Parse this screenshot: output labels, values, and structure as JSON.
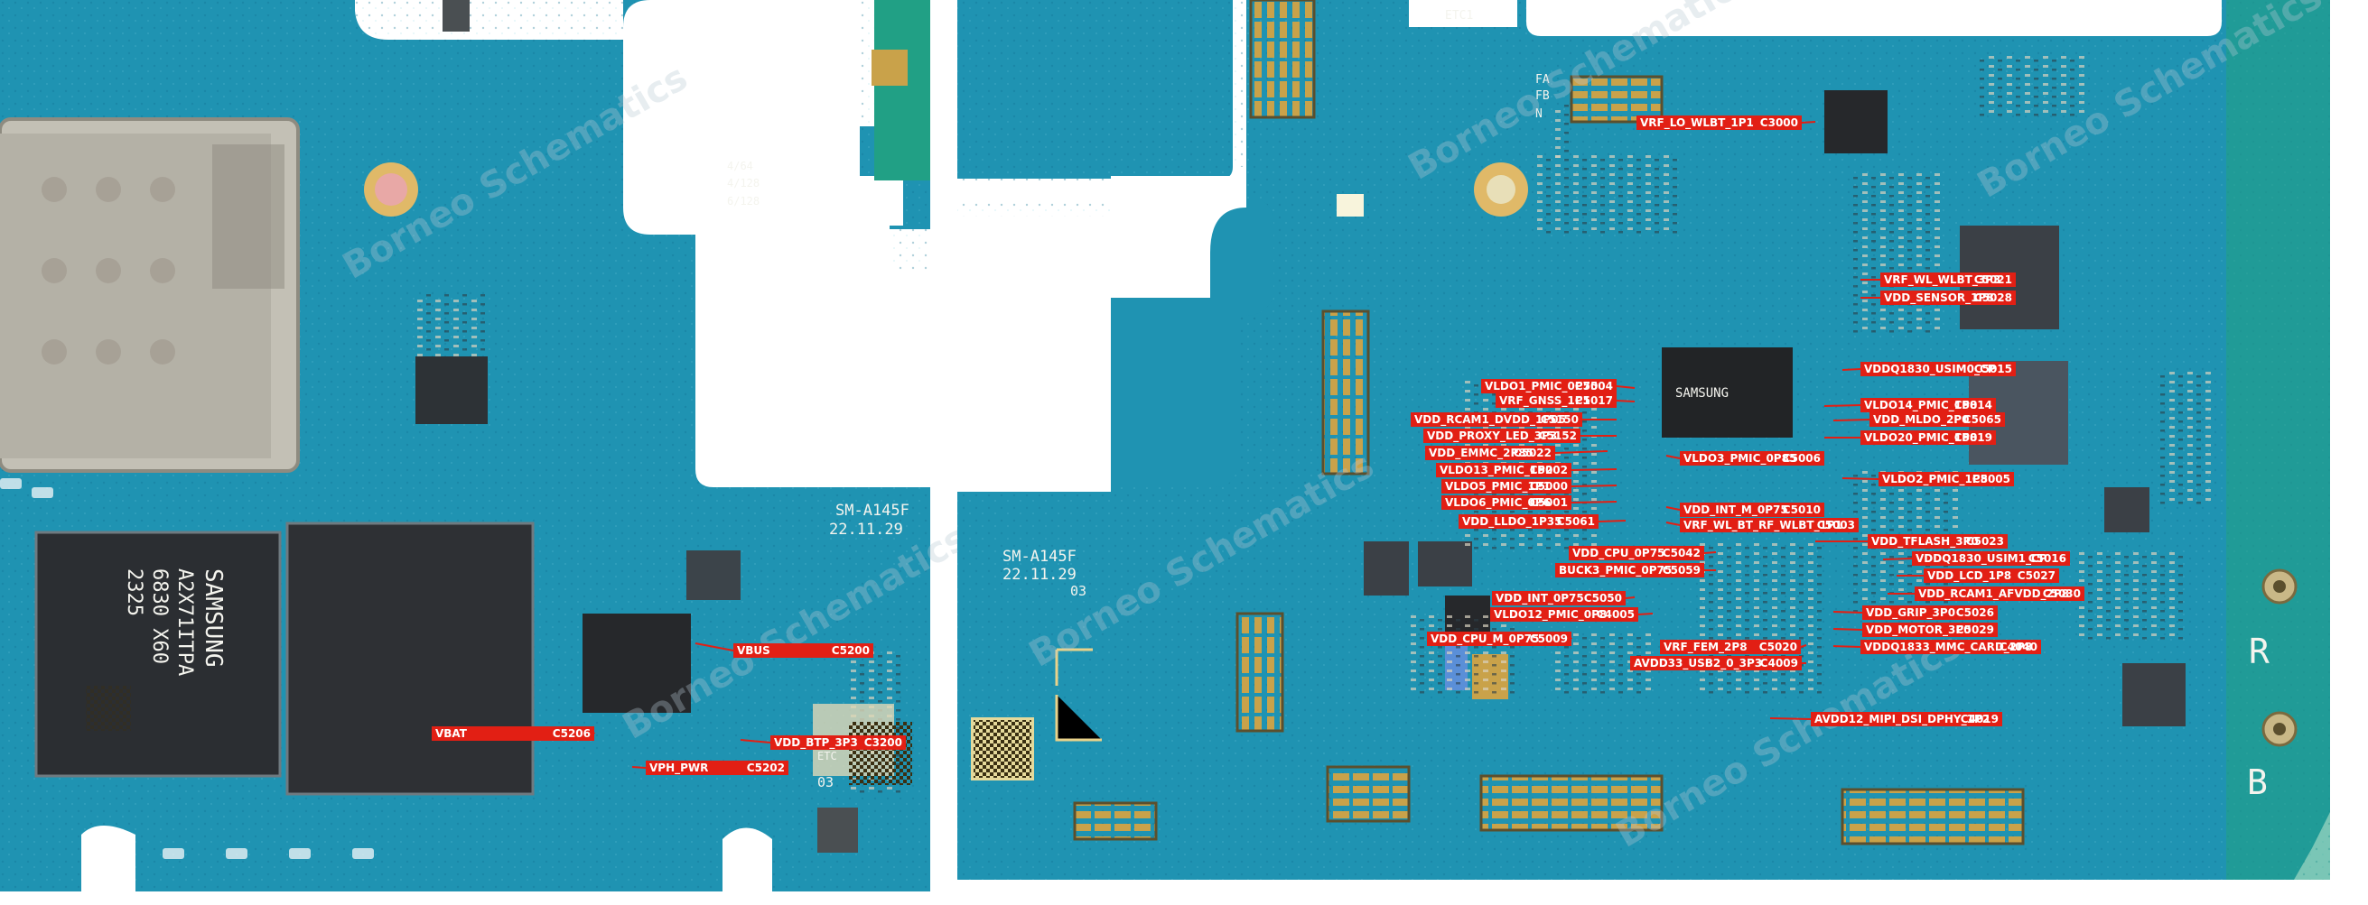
{
  "board": {
    "model_left": "SM-A145F",
    "date_left": "22.11.29",
    "rev_left": "03",
    "model_right": "SM-A145F",
    "date_right": "22.11.29",
    "rev_right": "03",
    "etc_left": "ETC",
    "etc_right": "ETC1",
    "memory_options": [
      "4/64",
      "4/128",
      "6/128"
    ],
    "chip_brand": "SAMSUNG",
    "chip_part": "A2X71ITPA",
    "chip_lot": "6830 X60",
    "chip_code": "2325",
    "fafbn": [
      "FA",
      "FB",
      "N"
    ],
    "side_marks": [
      "R",
      "B"
    ],
    "watermark": "Borneo Schematics"
  },
  "labels": {
    "vbus": {
      "net": "VBUS",
      "ref": "C5200"
    },
    "vbat": {
      "net": "VBAT",
      "ref": "C5206"
    },
    "vdd_btp": {
      "net": "VDD_BTP_3P3",
      "ref": "C3200"
    },
    "vph_pwr": {
      "net": "VPH_PWR",
      "ref": "C5202"
    },
    "vrf_lo": {
      "net": "VRF_LO_WLBT_1P1",
      "ref": "C3000"
    },
    "vrf_wl": {
      "net": "VRF_WL_WLBT_3P3",
      "ref": "C5021"
    },
    "vdd_sensor": {
      "net": "VDD_SENSOR_1P8",
      "ref": "C5028"
    },
    "vddq_usim0": {
      "net": "VDDQ1830_USIM0_CP",
      "ref": "C5015"
    },
    "vldo1": {
      "net": "VLDO1_PMIC_0P75",
      "ref": "C5004"
    },
    "vrf_gnss": {
      "net": "VRF_GNSS_1P1",
      "ref": "C5017"
    },
    "vldo14": {
      "net": "VLDO14_PMIC_1P8",
      "ref": "C5014"
    },
    "vdd_rcam1_dvdd": {
      "net": "VDD_RCAM1_DVDD_1P05",
      "ref": "C5150"
    },
    "vdd_mldo": {
      "net": "VDD_MLDO_2P0",
      "ref": "C5065"
    },
    "vdd_proxy": {
      "net": "VDD_PROXY_LED_3P3",
      "ref": "C5152"
    },
    "vldo20": {
      "net": "VLDO20_PMIC_1P8",
      "ref": "C5019"
    },
    "vdd_emmc": {
      "net": "VDD_EMMC_2P85",
      "ref": "C5022"
    },
    "vldo3": {
      "net": "VLDO3_PMIC_0P85",
      "ref": "C5006"
    },
    "vldo13": {
      "net": "VLDO13_PMIC_1P2",
      "ref": "C5002"
    },
    "vldo2": {
      "net": "VLDO2_PMIC_1P8",
      "ref": "C5005"
    },
    "vldo5": {
      "net": "VLDO5_PMIC_1P1",
      "ref": "C5000"
    },
    "vldo6": {
      "net": "VLDO6_PMIC_0P6",
      "ref": "C5001"
    },
    "vdd_int_m": {
      "net": "VDD_INT_M_0P75",
      "ref": "C5010"
    },
    "vdd_lldo": {
      "net": "VDD_LLDO_1P35",
      "ref": "C5061"
    },
    "vrf_wl_bt": {
      "net": "VRF_WL_BT_RF_WLBT_1P1",
      "ref": "C5003"
    },
    "vdd_tflash": {
      "net": "VDD_TFLASH_3P0",
      "ref": "C5023"
    },
    "vdd_cpu": {
      "net": "VDD_CPU_0P75",
      "ref": "C5042"
    },
    "vddq_usim1": {
      "net": "VDDQ1830_USIM1_CP",
      "ref": "C5016"
    },
    "buck3": {
      "net": "BUCK3_PMIC_0P75",
      "ref": "C5059"
    },
    "vdd_lcd": {
      "net": "VDD_LCD_1P8",
      "ref": "C5027"
    },
    "vdd_rcam1_afvdd": {
      "net": "VDD_RCAM1_AFVDD_2P8",
      "ref": "C5030"
    },
    "vdd_int": {
      "net": "VDD_INT_0P75",
      "ref": "C5050"
    },
    "vdd_grip": {
      "net": "VDD_GRIP_3P0",
      "ref": "C5026"
    },
    "vldo12": {
      "net": "VLDO12_PMIC_0P8",
      "ref": "C4005"
    },
    "vdd_motor": {
      "net": "VDD_MOTOR_3P0",
      "ref": "C5029"
    },
    "vdd_cpu_m": {
      "net": "VDD_CPU_M_0P75",
      "ref": "C5009"
    },
    "vrf_fem": {
      "net": "VRF_FEM_2P8",
      "ref": "C5020"
    },
    "vddq_mmc": {
      "net": "VDDQ1833_MMC_CARD_2P8",
      "ref": "C4040"
    },
    "avdd33_usb2": {
      "net": "AVDD33_USB2_0_3P3",
      "ref": "C4009"
    },
    "avdd12_mipi": {
      "net": "AVDD12_MIPI_DSI_DPHY_1P2",
      "ref": "C4019"
    }
  }
}
